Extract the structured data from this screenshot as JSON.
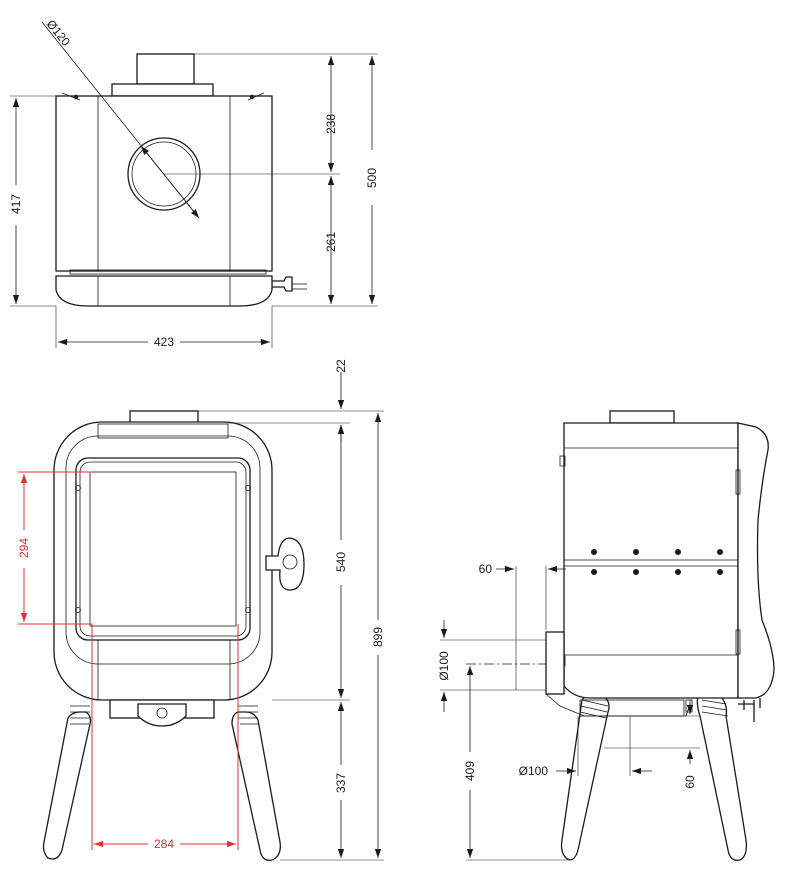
{
  "dimensions": {
    "top_view": {
      "flue_diameter": "Ø120",
      "rear_to_flue": "238",
      "flue_to_front": "261",
      "total_depth": "500",
      "body_depth": "417",
      "width": "423"
    },
    "front_view": {
      "collar_height": "22",
      "body_height": "540",
      "total_height": "899",
      "leg_height": "337",
      "glass_height": "294",
      "glass_width": "284"
    },
    "side_view": {
      "outlet_offset": "60",
      "rear_outlet_diameter": "Ø100",
      "outlet_center_height": "409",
      "bottom_outlet_diameter": "Ø100",
      "bottom_outlet_offset": "60"
    }
  },
  "colors": {
    "line": "#1a1a1a",
    "highlight": "#e52d2d",
    "background": "#ffffff"
  }
}
